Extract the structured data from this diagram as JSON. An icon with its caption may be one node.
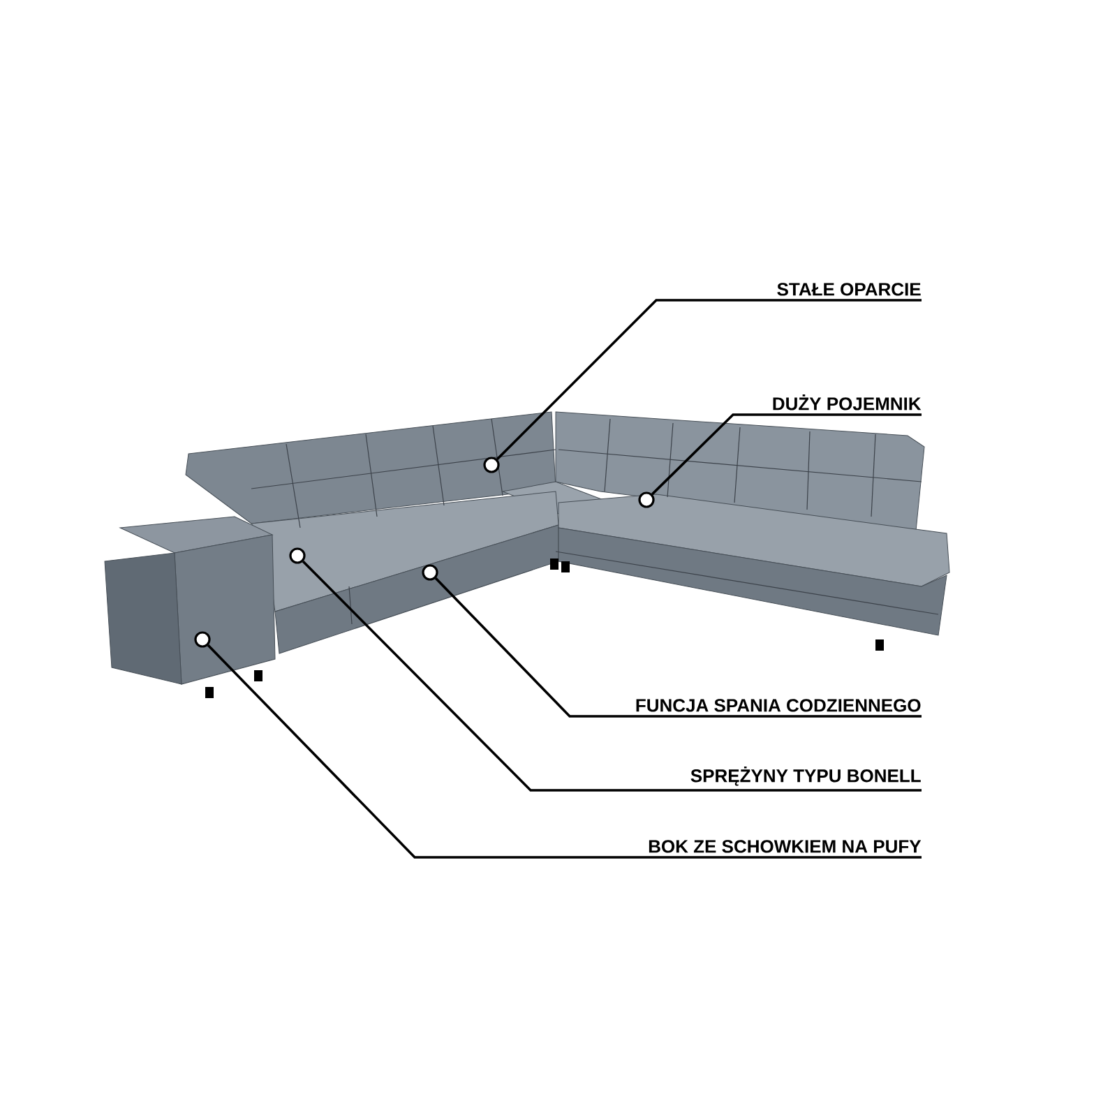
{
  "diagram": {
    "nodes": [
      {
        "text": [
          "STAŁE OPARCIE"
        ]
      },
      {
        "text": [
          "DUŻY POJEMNIK"
        ]
      },
      {
        "text": [
          "FUNCJA SPANIA CODZIENNEGO"
        ]
      },
      {
        "text": [
          "SPRĘŻYNY TYPU BONELL"
        ]
      },
      {
        "text": [
          "BOK ZE SCHOWKIEM NA PUFY"
        ]
      },
      {
        "text": [],
        "shape": "circle"
      },
      {
        "text": [],
        "shape": "circle"
      },
      {
        "text": [],
        "shape": "circle"
      },
      {
        "text": [],
        "shape": "circle"
      },
      {
        "text": [],
        "shape": "circle"
      }
    ],
    "edges": [
      {
        "from": 0,
        "to": 5,
        "arrow": "none"
      },
      {
        "from": 1,
        "to": 6,
        "arrow": "none"
      },
      {
        "from": 2,
        "to": 7,
        "arrow": "none"
      },
      {
        "from": 3,
        "to": 8,
        "arrow": "none"
      },
      {
        "from": 4,
        "to": 9,
        "arrow": "none"
      }
    ]
  }
}
